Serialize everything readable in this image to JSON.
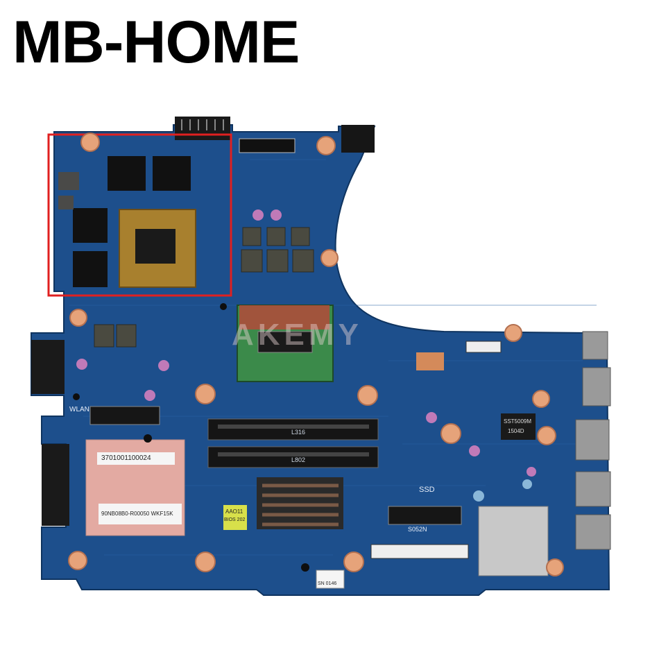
{
  "brand": {
    "text": "MB-HOME"
  },
  "board": {
    "watermark": "AKEMY",
    "labels": {
      "wlan": "WLAN",
      "ssd": "SSD",
      "sticker_top": "3701001100024",
      "sticker_bottom": "90NB08B0-R00050  WKF15K",
      "dimm_top": "L316",
      "dimm_bottom": "L802",
      "bios_line1": "AAO11",
      "bios_line2": "BIOS 202",
      "chip_code": "SST5009M",
      "chip_code2": "1504D",
      "connector_code": "S052N",
      "serial": "SN 0146"
    }
  },
  "colors": {
    "pcb": "#1d4f8c",
    "pcb_dark": "#143d70",
    "highlight": "#e02020",
    "pad": "#e6a37a",
    "shield": "#e3aaa2"
  }
}
